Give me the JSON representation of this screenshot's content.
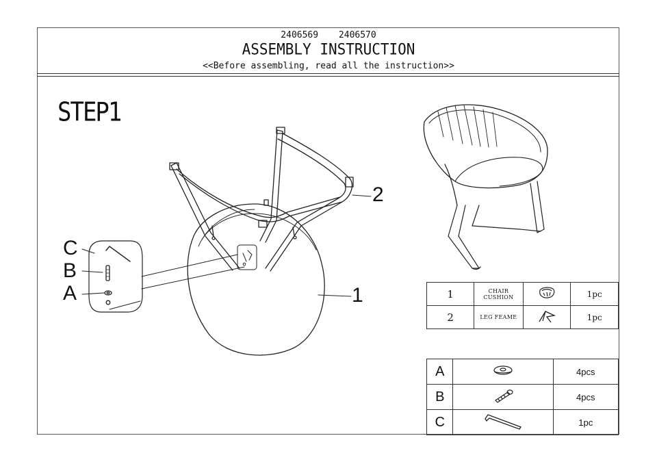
{
  "header": {
    "codes": "2406569   2406570",
    "title": "ASSEMBLY INSTRUCTION",
    "subtitle": "<<Before assembling, read all the instruction>>"
  },
  "step": {
    "label": "STEP1"
  },
  "callouts": {
    "seat": "1",
    "frame": "2"
  },
  "hardware_letters": {
    "c": "C",
    "b": "B",
    "a": "A"
  },
  "parts_table": [
    {
      "num": "1",
      "name": "CHAIR CUSHION",
      "icon": "cushion-icon",
      "qty": "1pc"
    },
    {
      "num": "2",
      "name": "LEG FEAME",
      "icon": "leg-frame-icon",
      "qty": "1pc"
    }
  ],
  "hardware_table": [
    {
      "letter": "A",
      "icon": "washer-icon",
      "qty": "4pcs"
    },
    {
      "letter": "B",
      "icon": "bolt-icon",
      "qty": "4pcs"
    },
    {
      "letter": "C",
      "icon": "allen-key-icon",
      "qty": "1pc"
    }
  ]
}
